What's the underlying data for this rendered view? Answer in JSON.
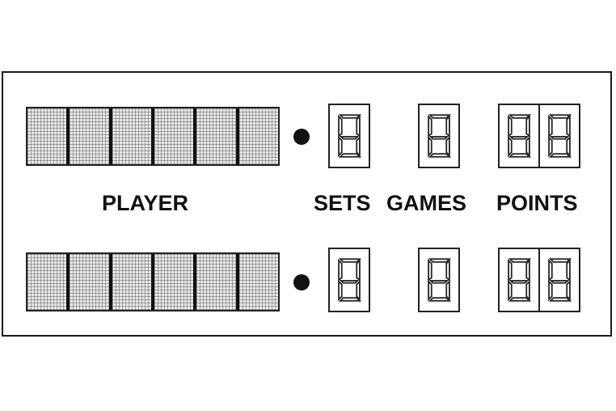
{
  "labels": {
    "player": "PLAYER",
    "sets": "SETS",
    "games": "GAMES",
    "points": "POINTS"
  },
  "colors": {
    "ink": "#111111",
    "panel_fill": "#e6e6e6",
    "background": "#ffffff"
  }
}
